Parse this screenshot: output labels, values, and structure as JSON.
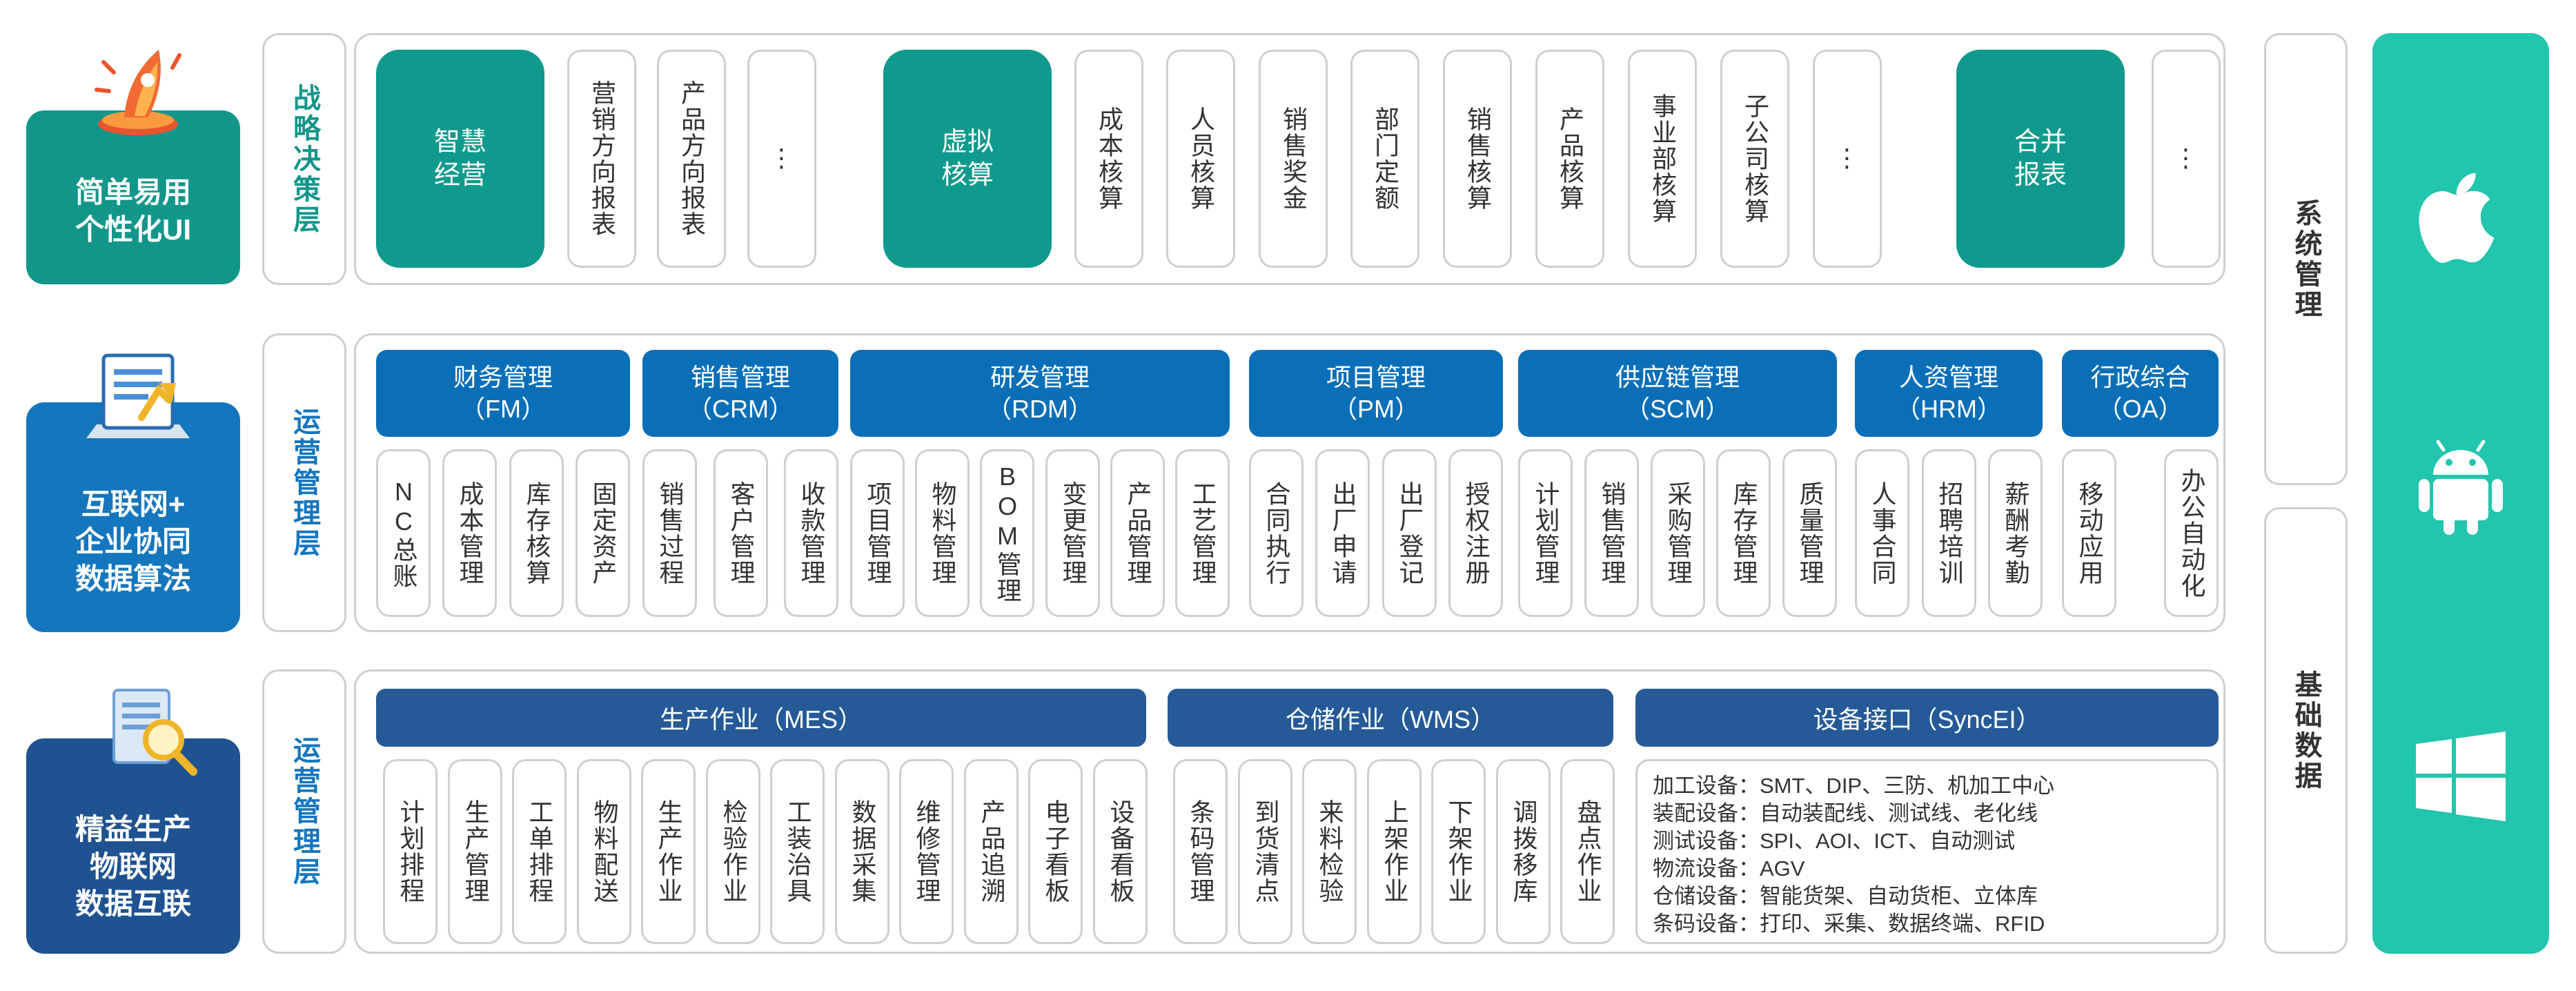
{
  "features": [
    {
      "line1": "简单易用",
      "line2": "个性化UI",
      "icon": "rocket-icon"
    },
    {
      "line1": "互联网+",
      "line2": "企业协同",
      "line3": "数据算法",
      "icon": "document-chart-icon"
    },
    {
      "line1": "精益生产",
      "line2": "物联网",
      "line3": "数据互联",
      "icon": "magnifier-document-icon"
    }
  ],
  "layers": {
    "strategy": "战略决策层",
    "operations1": "运营管理层",
    "operations2": "运营管理层"
  },
  "strategy": {
    "smart": "智慧\n经营",
    "smart_items": [
      "营销方向报表",
      "产品方向报表",
      "⋮"
    ],
    "virtual": "虚拟\n核算",
    "virtual_items": [
      "成本核算",
      "人员核算",
      "销售奖金",
      "部门定额",
      "销售核算",
      "产品核算",
      "事业部核算",
      "子公司核算",
      "⋮"
    ],
    "merge": "合并\n报表",
    "merge_items": [
      "⋮"
    ]
  },
  "modules": [
    {
      "name": "财务管理",
      "code": "（FM）",
      "items": [
        "NC总账",
        "成本管理",
        "库存核算",
        "固定资产"
      ]
    },
    {
      "name": "销售管理",
      "code": "（CRM）",
      "items": [
        "销售过程",
        "客户管理",
        "收款管理"
      ]
    },
    {
      "name": "研发管理",
      "code": "（RDM）",
      "items": [
        "项目管理",
        "物料管理",
        "BOM管理",
        "变更管理",
        "产品管理",
        "工艺管理"
      ]
    },
    {
      "name": "项目管理",
      "code": "（PM）",
      "items": [
        "合同执行",
        "出厂申请",
        "出厂登记",
        "授权注册"
      ]
    },
    {
      "name": "供应链管理",
      "code": "（SCM）",
      "items": [
        "计划管理",
        "销售管理",
        "采购管理",
        "库存管理",
        "质量管理"
      ]
    },
    {
      "name": "人资管理",
      "code": "（HRM）",
      "items": [
        "人事合同",
        "招聘培训",
        "薪酬考勤"
      ]
    },
    {
      "name": "行政综合",
      "code": "（OA）",
      "items": [
        "移动应用",
        "办公自动化"
      ]
    }
  ],
  "ops": {
    "mes_title": "生产作业（MES）",
    "mes_items": [
      "计划排程",
      "生产管理",
      "工单排程",
      "物料配送",
      "生产作业",
      "检验作业",
      "工装治具",
      "数据采集",
      "维修管理",
      "产品追溯",
      "电子看板",
      "设备看板"
    ],
    "wms_title": "仓储作业（WMS）",
    "wms_items": [
      "条码管理",
      "到货清点",
      "来料检验",
      "上架作业",
      "下架作业",
      "调拨移库",
      "盘点作业"
    ],
    "sync_title": "设备接口（SyncEI）",
    "devices": [
      "加工设备：SMT、DIP、三防、机加工中心",
      "装配设备：自动装配线、测试线、老化线",
      "测试设备：SPI、AOI、ICT、自动测试",
      "物流设备：AGV",
      "仓储设备：智能货架、自动货柜、立体库",
      "条码设备：打印、采集、数据终端、RFID"
    ]
  },
  "side": {
    "system": "系统管理",
    "base": "基础数据"
  },
  "platforms": [
    "apple-icon",
    "android-icon",
    "windows-icon"
  ],
  "colors": {
    "teal": "#12968a",
    "blue": "#1476bd",
    "navy": "#1e5291",
    "module_blue": "#0b6fb8",
    "ops_blue": "#255a97",
    "platform": "#22c5ad",
    "border": "#cfcfcf"
  }
}
